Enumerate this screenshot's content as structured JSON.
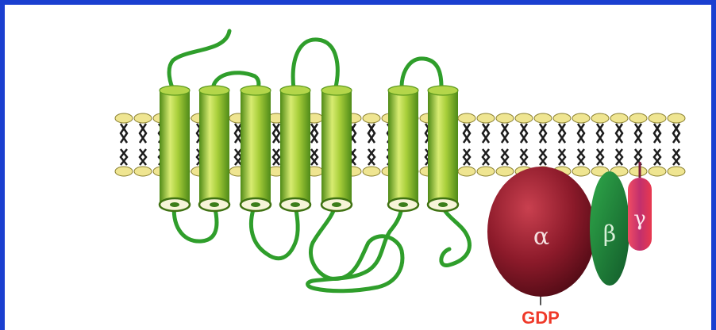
{
  "diagram": {
    "subunits": {
      "alpha": "α",
      "beta": "β",
      "gamma": "γ"
    },
    "bound_nucleotide": "GDP",
    "colors": {
      "frame": "#1a3fd0",
      "helix_light": "#d8ec72",
      "helix_dark": "#5d9a1e",
      "loop": "#2f9e2b",
      "lipid_head": "#efe591",
      "lipid_tail": "#1c1c1c",
      "alpha": "#8c1a2a",
      "beta": "#1f7a3c",
      "gamma": "#e8384f",
      "gdp": "#ef3a2a"
    }
  }
}
